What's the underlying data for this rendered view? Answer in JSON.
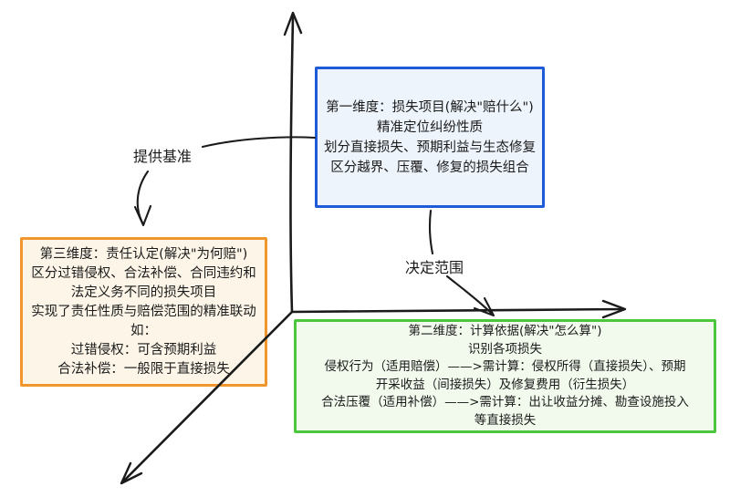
{
  "colors": {
    "ink": "#1b1b1b",
    "dim1_border": "#1d5bd8",
    "dim1_fill": "#eef4fc",
    "dim2_border": "#4cc63c",
    "dim2_fill": "#f2faed",
    "dim3_border": "#f0962c",
    "dim3_fill": "#fdf6e8"
  },
  "boxes": {
    "dimension1": {
      "lines": [
        "第一维度：损失项目(解决\"赔什么\")",
        "精准定位纠纷性质",
        "划分直接损失、预期利益与生态修复",
        "区分越界、压覆、修复的损失组合"
      ]
    },
    "dimension2": {
      "lines": [
        "第二维度：计算依据(解决\"怎么算\")",
        "识别各项损失",
        "侵权行为（适用赔偿）——>需计算：侵权所得（直接损失）、预期",
        "开采收益（间接损失）及修复费用（衍生损失）",
        "合法压覆（适用补偿）——>需计算：出让收益分摊、勘查设施投入",
        "等直接损失"
      ]
    },
    "dimension3": {
      "lines": [
        "第三维度：责任认定(解决\"为何赔\")",
        "区分过错侵权、合法补偿、合同违约和",
        "法定义务不同的损失项目",
        "实现了责任性质与赔偿范围的精准联动",
        "如：",
        "过错侵权：可含预期利益",
        "合法补偿：一般限于直接损失"
      ]
    }
  },
  "labels": {
    "provide_benchmark": "提供基准",
    "determine_scope": "决定范围"
  }
}
